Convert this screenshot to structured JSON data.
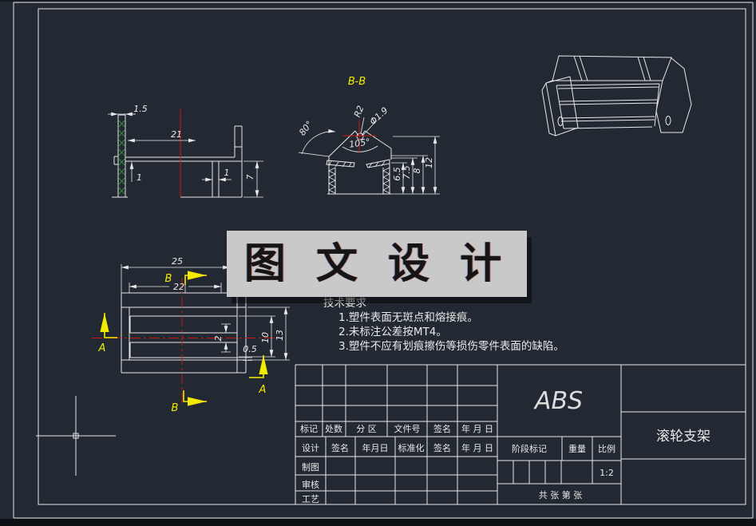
{
  "watermark": {
    "text": "图 文 设 计"
  },
  "front_view": {
    "dim_15": "1.5",
    "dim_21": "21",
    "dim_plate_1": "1",
    "dim_rib_1": "1",
    "dim_7": "7"
  },
  "section_bb": {
    "title": "B-B",
    "dim_r2": "R2",
    "dim_dia": "Φ1.9",
    "dim_80": "80°",
    "dim_105": "105°",
    "dim_65": "6.5",
    "dim_75": "7.5",
    "dim_8": "8",
    "dim_12": "12"
  },
  "top_view": {
    "dim_25": "25",
    "dim_22": "22",
    "dim_2": "2",
    "dim_05": "0.5",
    "dim_10": "10",
    "dim_13": "13",
    "mark_a": "A",
    "mark_b": "B"
  },
  "tech_req": {
    "title": "技术要求",
    "item1": "1.塑件表面无斑点和熔接痕。",
    "item2": "2.未标注公差按MT4。",
    "item3": "3.塑件不应有划痕擦伤等损伤零件表面的缺陷。"
  },
  "titleblock": {
    "mark": "标记",
    "count": "处数",
    "zone": "分  区",
    "doc_no": "文件号",
    "sign": "签名",
    "date": "年 月 日",
    "design": "设计",
    "sign2": "签名",
    "date2": "年月日",
    "standard": "标准化",
    "sign3": "签名",
    "date3": "年 月 日",
    "draw": "制图",
    "check": "审核",
    "process": "工艺",
    "material": "ABS",
    "part_name": "滚轮支架",
    "stage_mark": "阶段标记",
    "weight": "重量",
    "scale_label": "比例",
    "scale_value": "1:2",
    "sheet_info": "共    张 第    张"
  }
}
